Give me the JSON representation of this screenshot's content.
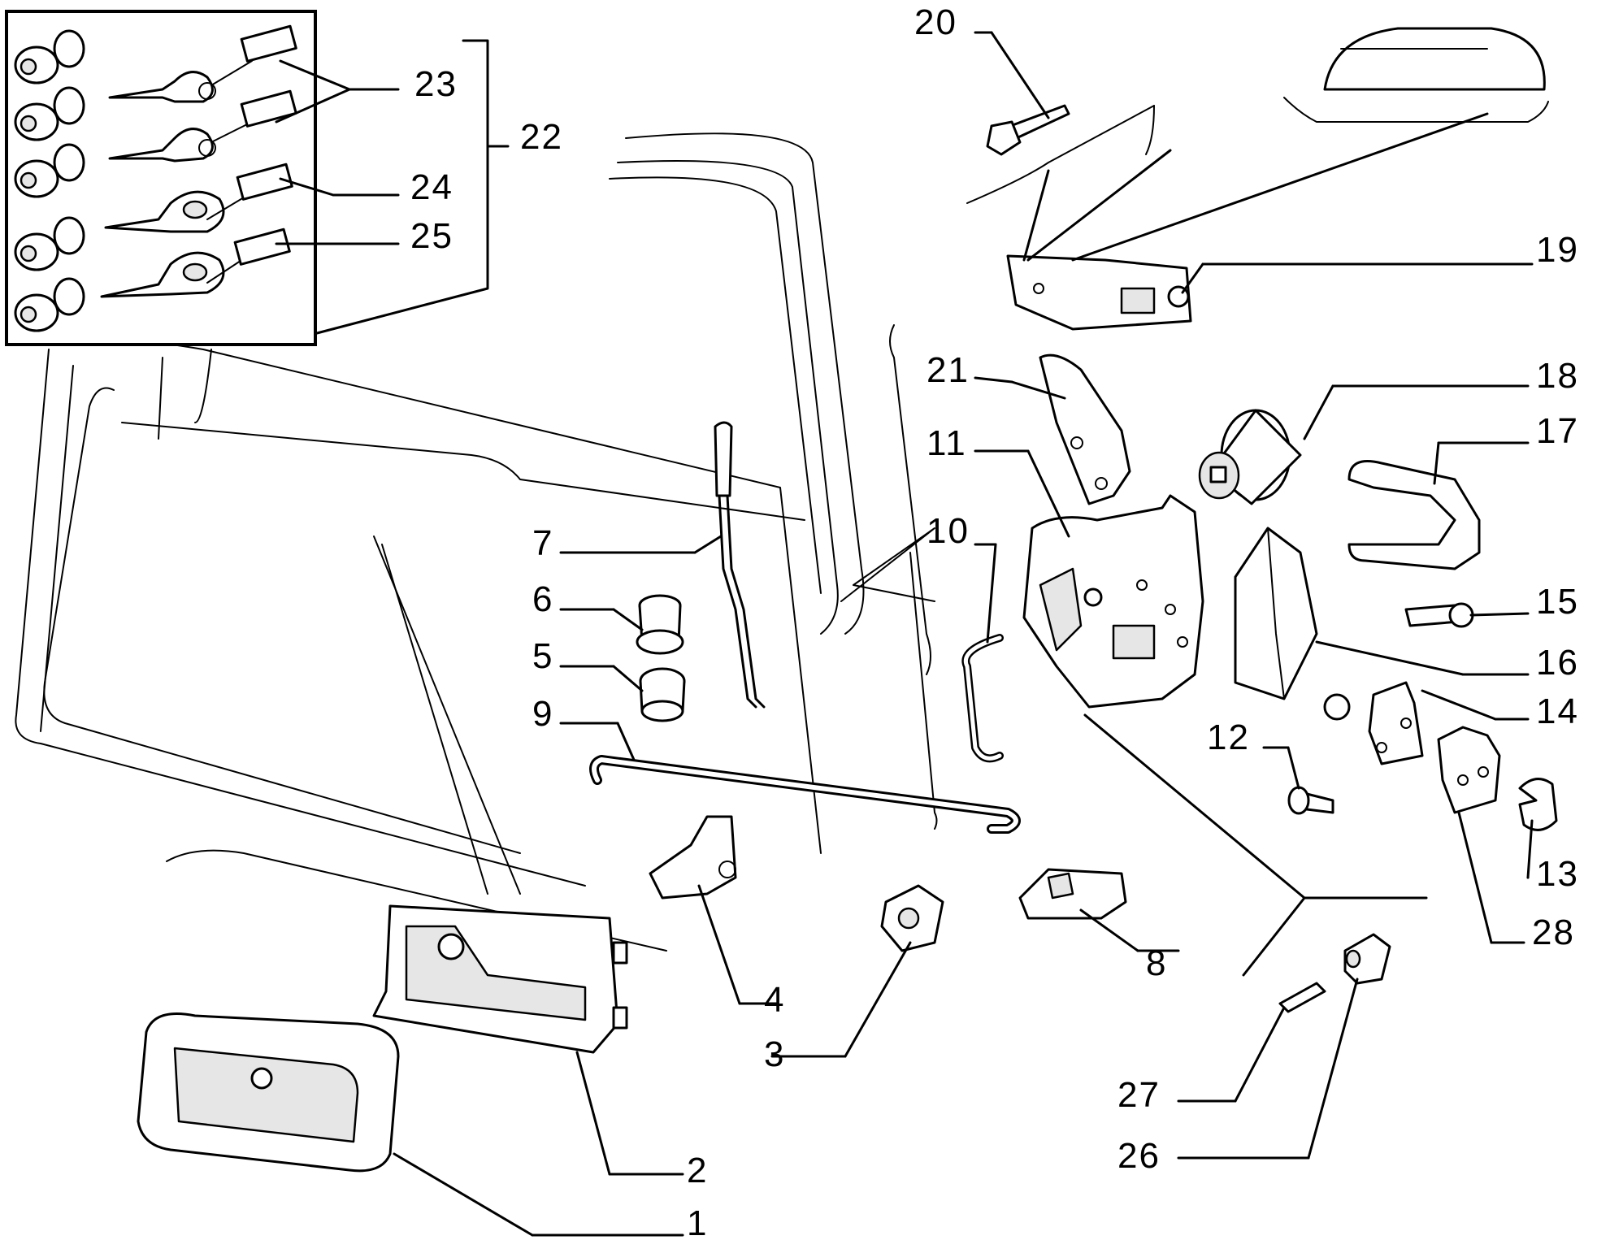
{
  "diagram": {
    "labels": [
      {
        "id": "1",
        "text": "1"
      },
      {
        "id": "2",
        "text": "2"
      },
      {
        "id": "3",
        "text": "3"
      },
      {
        "id": "4",
        "text": "4"
      },
      {
        "id": "5",
        "text": "5"
      },
      {
        "id": "6",
        "text": "6"
      },
      {
        "id": "7",
        "text": "7"
      },
      {
        "id": "8",
        "text": "8"
      },
      {
        "id": "9",
        "text": "9"
      },
      {
        "id": "10",
        "text": "10"
      },
      {
        "id": "11",
        "text": "11"
      },
      {
        "id": "12",
        "text": "12"
      },
      {
        "id": "13",
        "text": "13"
      },
      {
        "id": "14",
        "text": "14"
      },
      {
        "id": "15",
        "text": "15"
      },
      {
        "id": "16",
        "text": "16"
      },
      {
        "id": "17",
        "text": "17"
      },
      {
        "id": "18",
        "text": "18"
      },
      {
        "id": "19",
        "text": "19"
      },
      {
        "id": "20",
        "text": "20"
      },
      {
        "id": "21",
        "text": "21"
      },
      {
        "id": "22",
        "text": "22"
      },
      {
        "id": "23",
        "text": "23"
      },
      {
        "id": "24",
        "text": "24"
      },
      {
        "id": "25",
        "text": "25"
      },
      {
        "id": "26",
        "text": "26"
      },
      {
        "id": "27",
        "text": "27"
      },
      {
        "id": "28",
        "text": "28"
      }
    ]
  }
}
